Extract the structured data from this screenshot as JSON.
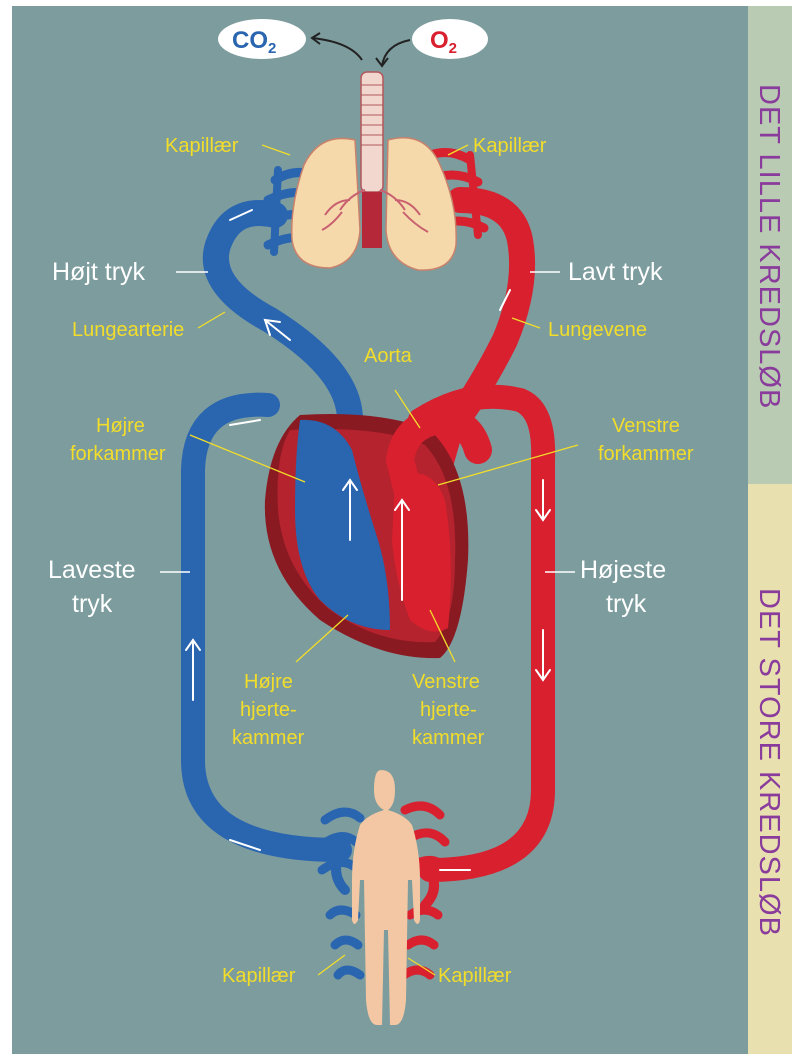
{
  "colors": {
    "background": "#7d9c9e",
    "oxygen_poor_blood": "#2a65b0",
    "oxygen_rich_blood": "#d8202e",
    "label_yellow": "#f2dd2a",
    "side_top": "#b9cbb2",
    "side_bottom": "#e9e0b0",
    "side_text": "#8a3c9c"
  },
  "gases": {
    "co2": {
      "main": "CO",
      "sub": "2",
      "color": "#2a65b0"
    },
    "o2": {
      "main": "O",
      "sub": "2",
      "color": "#d8202e"
    }
  },
  "labels": {
    "kapillaer_lung_left": "Kapillær",
    "kapillaer_lung_right": "Kapillær",
    "hojt_tryk": "Højt tryk",
    "lavt_tryk": "Lavt tryk",
    "lungearterie": "Lungearterie",
    "lungevene": "Lungevene",
    "aorta": "Aorta",
    "hojre_forkammer_1": "Højre",
    "hojre_forkammer_2": "forkammer",
    "venstre_forkammer_1": "Venstre",
    "venstre_forkammer_2": "forkammer",
    "laveste_tryk_1": "Laveste",
    "laveste_tryk_2": "tryk",
    "hojeste_tryk_1": "Højeste",
    "hojeste_tryk_2": "tryk",
    "hojre_hjertekammer_1": "Højre",
    "hojre_hjertekammer_2": "hjerte-",
    "hojre_hjertekammer_3": "kammer",
    "venstre_hjertekammer_1": "Venstre",
    "venstre_hjertekammer_2": "hjerte-",
    "venstre_hjertekammer_3": "kammer",
    "kapillaer_body_left": "Kapillær",
    "kapillaer_body_right": "Kapillær"
  },
  "sidebar": {
    "top": "DET LILLE KREDSLØB",
    "bottom": "DET STORE KREDSLØB"
  }
}
